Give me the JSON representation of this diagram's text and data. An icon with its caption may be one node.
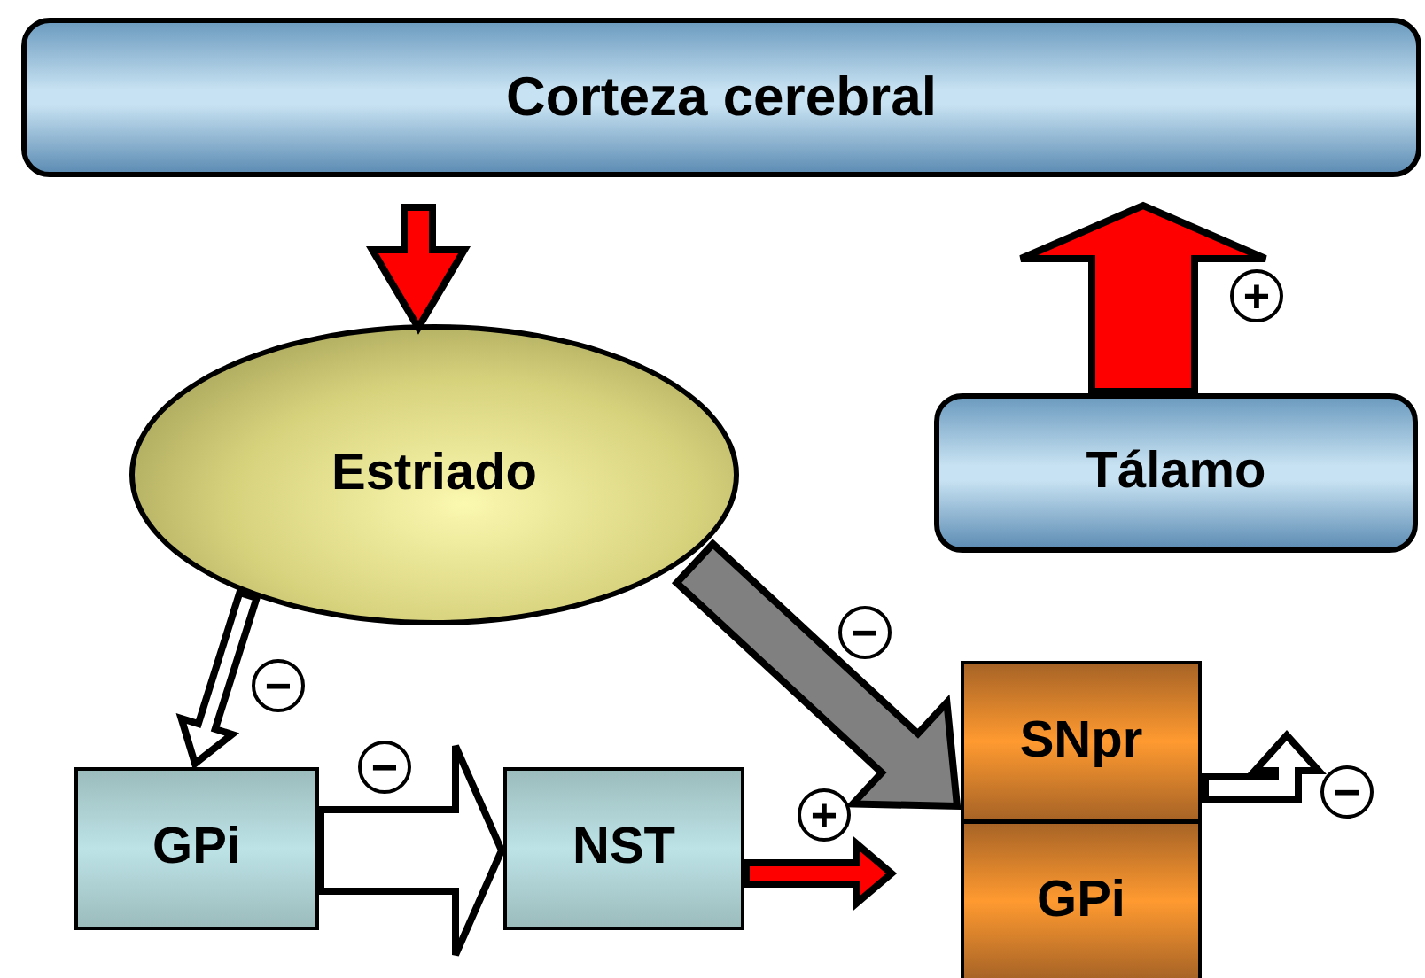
{
  "diagram": {
    "nodes": [
      {
        "text": [
          "Corteza cerebral"
        ]
      },
      {
        "text": [
          "Estriado"
        ]
      },
      {
        "text": [
          "Tálamo"
        ]
      },
      {
        "text": [
          "GPi"
        ]
      },
      {
        "text": [
          "NST"
        ]
      },
      {
        "text": [
          "SNpr"
        ]
      },
      {
        "text": [
          "GPi"
        ]
      }
    ],
    "edges": [
      {
        "from": 0,
        "to": 1,
        "arrow": "to",
        "color": "#ff0000"
      },
      {
        "from": 1,
        "to": 3,
        "arrow": "to",
        "label": "−"
      },
      {
        "from": 3,
        "to": 4,
        "arrow": "to",
        "label": "−"
      },
      {
        "from": 4,
        "to": 6,
        "arrow": "to",
        "label": "+",
        "color": "#ff0000"
      },
      {
        "from": 1,
        "to": 5,
        "arrow": "to",
        "label": "−",
        "color": "#808080"
      },
      {
        "from": 5,
        "to": null,
        "arrow": "to",
        "label": "−"
      },
      {
        "from": 2,
        "to": 0,
        "arrow": "to",
        "label": "+",
        "color": "#ff0000"
      }
    ]
  }
}
